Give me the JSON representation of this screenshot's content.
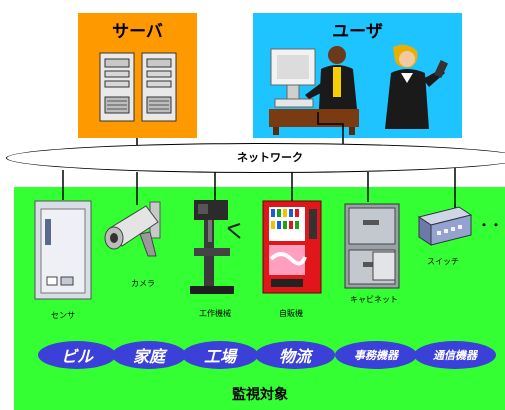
{
  "server": {
    "title": "サーバ"
  },
  "user": {
    "title": "ユーザ"
  },
  "network": {
    "label": "ネットワーク"
  },
  "devices": [
    {
      "label": "センサ"
    },
    {
      "label": "カメラ"
    },
    {
      "label": "工作機械"
    },
    {
      "label": "自販機"
    },
    {
      "label": "キャビネット"
    },
    {
      "label": "スイッチ"
    }
  ],
  "ellipsis": "・・・",
  "categories": [
    "ビル",
    "家庭",
    "工場",
    "物流",
    "事務機器",
    "通信機器"
  ],
  "monitored": {
    "title": "監視対象"
  },
  "colors": {
    "server_bg": "#ff9900",
    "user_bg": "#1ec4ff",
    "monitor_bg": "#33ff33",
    "category_bg": "#3a40d8"
  }
}
